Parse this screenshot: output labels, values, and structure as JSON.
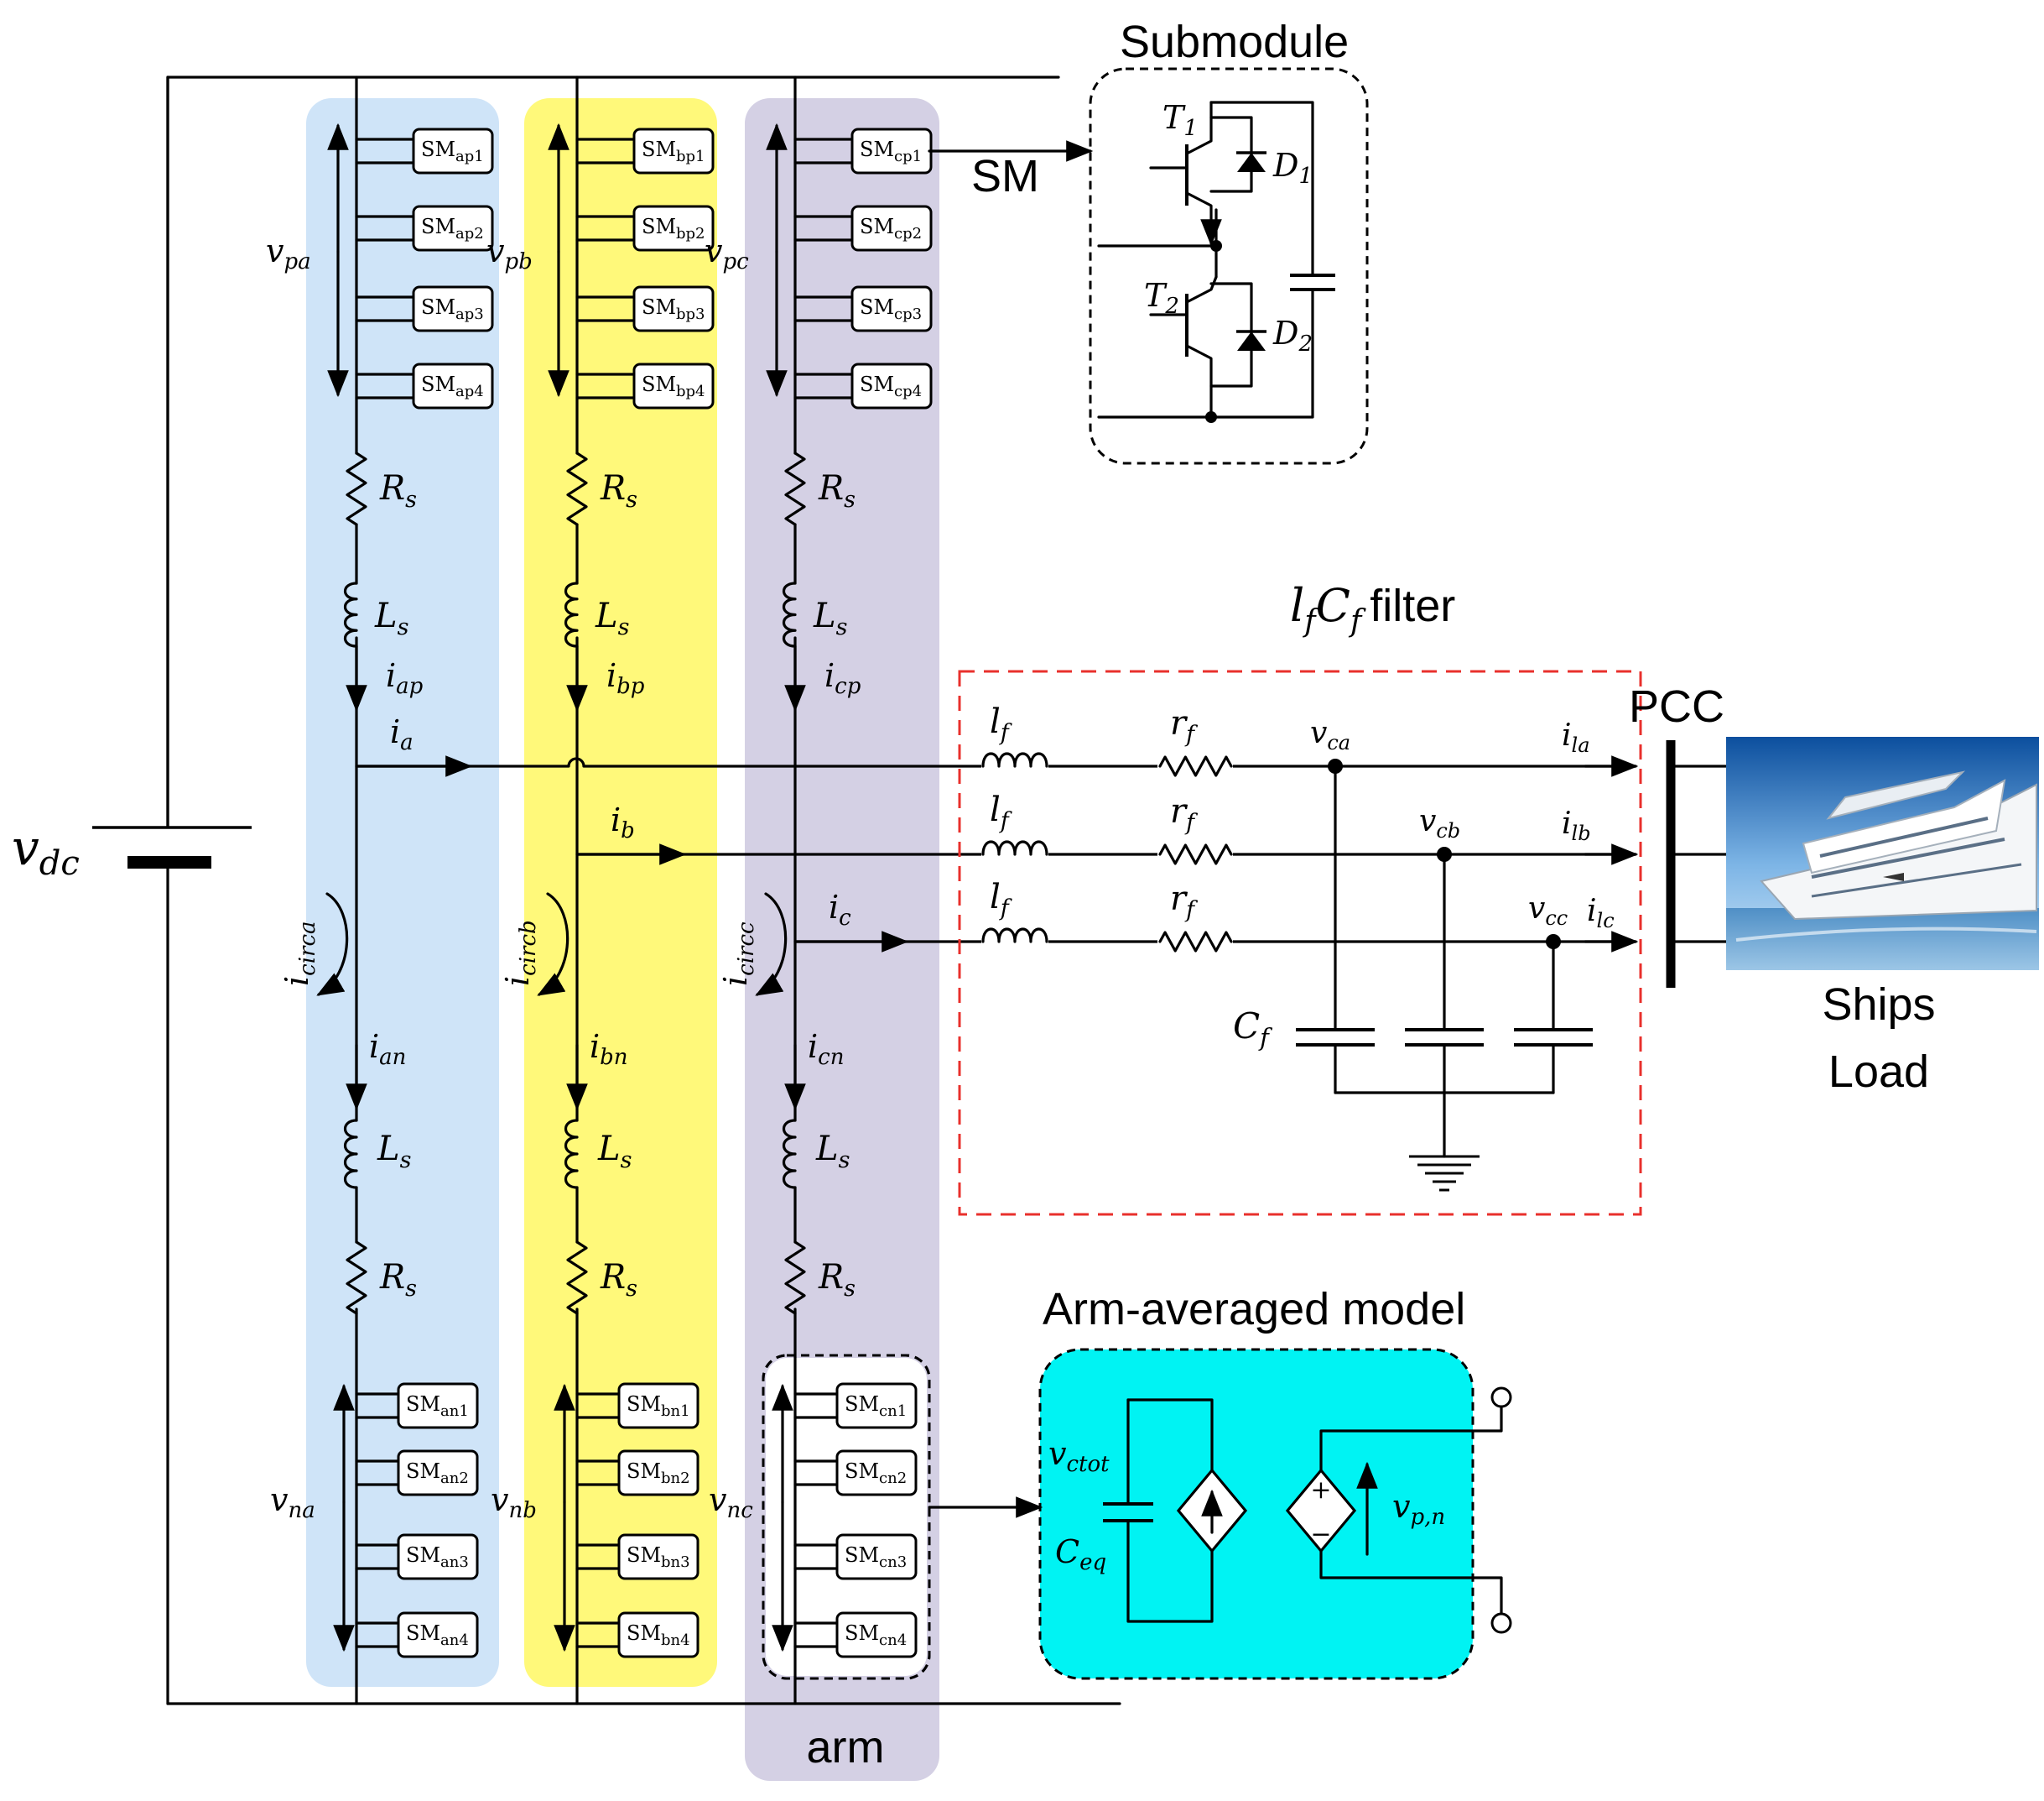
{
  "title_submodule": "Submodule",
  "title_filter": "filter",
  "title_arm_model": "Arm-averaged model",
  "label_arm": "arm",
  "label_sm": "SM",
  "label_pcc": "PCC",
  "label_load": [
    "Ships",
    "Load"
  ],
  "dc_source": {
    "sym": "v",
    "sub": "dc"
  },
  "filter_symbols": {
    "l": "l",
    "l_sub": "f",
    "c": "C",
    "c_sub": "f"
  },
  "submodule": {
    "t1": {
      "sym": "T",
      "sub": "1"
    },
    "t2": {
      "sym": "T",
      "sub": "2"
    },
    "d1": {
      "sym": "D",
      "sub": "1"
    },
    "d2": {
      "sym": "D",
      "sub": "2"
    }
  },
  "legs": [
    {
      "upper_sm": [
        "ap1",
        "ap2",
        "ap3",
        "ap4"
      ],
      "lower_sm": [
        "an1",
        "an2",
        "an3",
        "an4"
      ],
      "vp": "pa",
      "vn": "na",
      "ip": "ap",
      "in": "an",
      "iout": "a",
      "icirc": "circa"
    },
    {
      "upper_sm": [
        "bp1",
        "bp2",
        "bp3",
        "bp4"
      ],
      "lower_sm": [
        "bn1",
        "bn2",
        "bn3",
        "bn4"
      ],
      "vp": "pb",
      "vn": "nb",
      "ip": "bp",
      "in": "bn",
      "iout": "b",
      "icirc": "circb"
    },
    {
      "upper_sm": [
        "cp1",
        "cp2",
        "cp3",
        "cp4"
      ],
      "lower_sm": [
        "cn1",
        "cn2",
        "cn3",
        "cn4"
      ],
      "vp": "pc",
      "vn": "nc",
      "ip": "cp",
      "in": "cn",
      "iout": "c",
      "icirc": "circc"
    }
  ],
  "arm_components": {
    "rs": "R",
    "rs_sub": "s",
    "ls": "L",
    "ls_sub": "s"
  },
  "filter_components": {
    "lf": "l",
    "lf_sub": "f",
    "rf": "r",
    "rf_sub": "f",
    "cf": "C",
    "cf_sub": "f"
  },
  "filter_nodes": [
    "ca",
    "cb",
    "cc"
  ],
  "load_currents": [
    "la",
    "lb",
    "lc"
  ],
  "arm_model": {
    "vctot": {
      "sym": "v",
      "sub": "ctot"
    },
    "ceq": {
      "sym": "C",
      "sub": "eq"
    },
    "vpn": {
      "sym": "v",
      "sub": "p,n"
    },
    "plus": "+",
    "minus": "−"
  },
  "colors": {
    "leg_a": "#cfe4f8",
    "leg_b": "#fff97a",
    "leg_c": "#d4d0e4",
    "arm_model_bg": "#00f3f3",
    "filter_border": "#e8302c"
  }
}
